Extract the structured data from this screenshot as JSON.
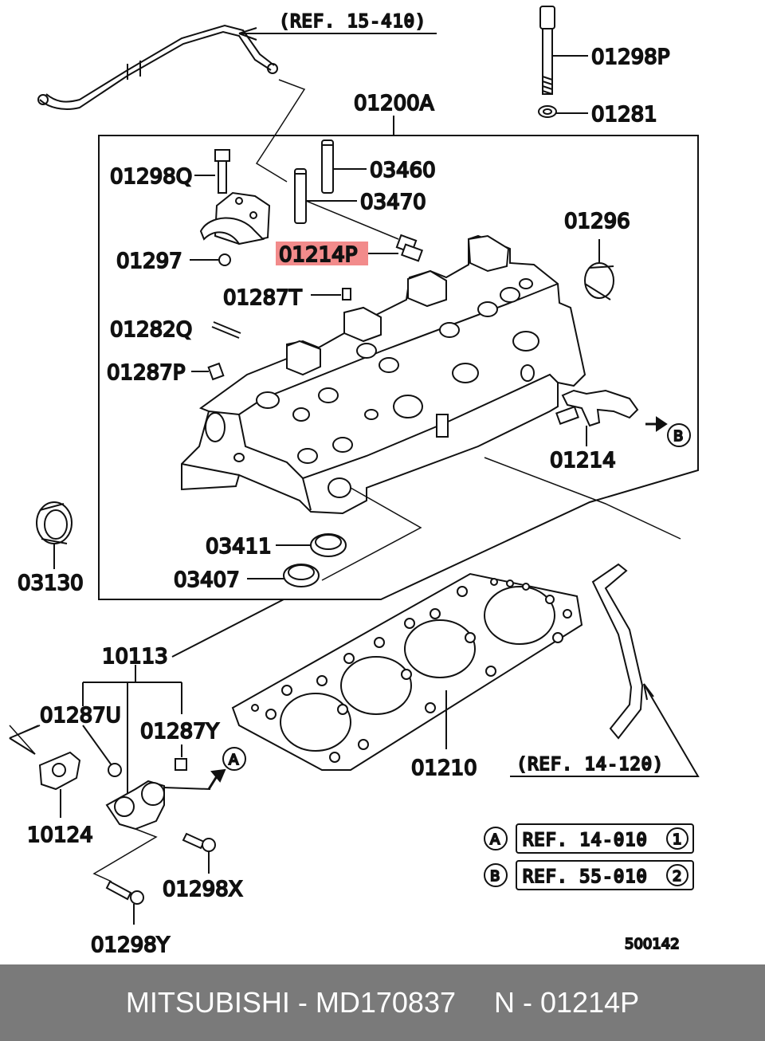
{
  "diagram": {
    "refs": {
      "top": "(REF. 15-410)",
      "right": "(REF. 14-120)",
      "legend_a": "REF. 14-010",
      "legend_b": "REF. 55-010",
      "legend_a_circle": "A",
      "legend_b_circle": "B",
      "legend_a_num": "1",
      "legend_b_num": "2",
      "marker_a": "A",
      "marker_b": "B"
    },
    "parts": {
      "p01298P": "01298P",
      "p01281": "01281",
      "p01200A": "01200A",
      "p03460": "03460",
      "p03470": "03470",
      "p01298Q": "01298Q",
      "p01296": "01296",
      "p01214P": "01214P",
      "p01297": "01297",
      "p01287T": "01287T",
      "p01282Q": "01282Q",
      "p01287P": "01287P",
      "p01214": "01214",
      "p03411": "03411",
      "p03407": "03407",
      "p03130": "03130",
      "p10113": "10113",
      "p01287U": "01287U",
      "p01287Y": "01287Y",
      "p01210": "01210",
      "p10124": "10124",
      "p01298X": "01298X",
      "p01298Y": "01298Y"
    },
    "highlight_color": "#f28b8b",
    "diagram_code": "500142"
  },
  "footer": {
    "brand": "MITSUBISHI",
    "separator1": " - ",
    "part_number": "MD170837",
    "n_label": "N",
    "separator2": " - ",
    "part_code": "01214P",
    "background": "#7a7a7a"
  }
}
